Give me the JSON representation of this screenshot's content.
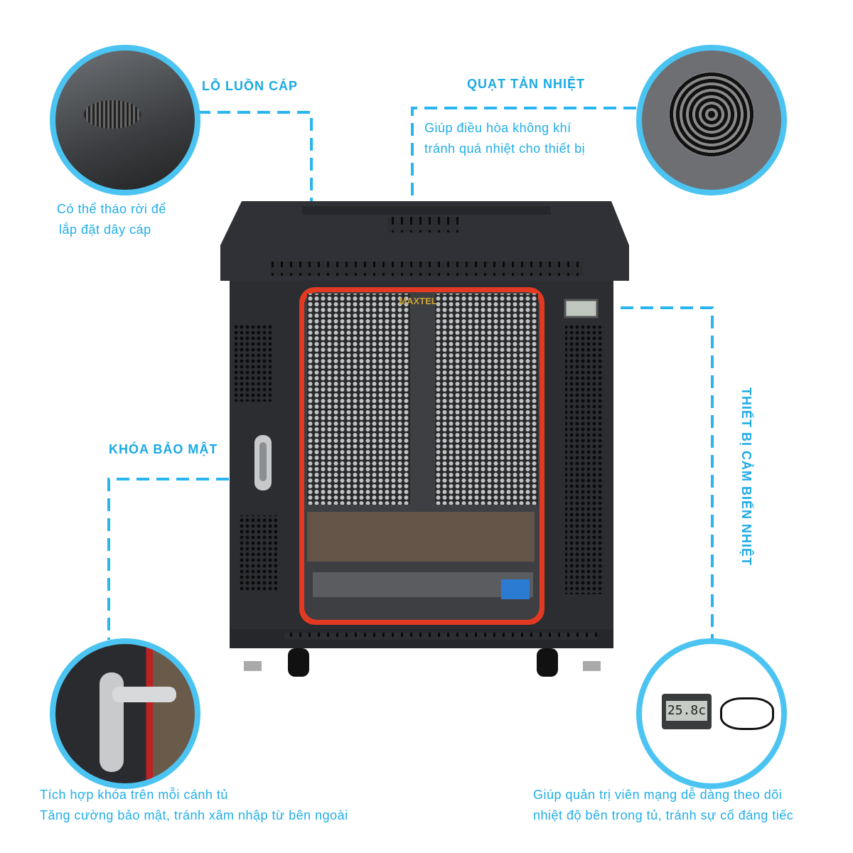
{
  "colors": {
    "accent": "#1aa9e6",
    "ring": "#4cc4f2",
    "cabinet": "#2b2d31",
    "door_trim": "#e23a22"
  },
  "brand_logo": "MAXTEL",
  "thermometer_reading": "25.8c",
  "features": [
    {
      "title": "LỖ LUỒN CÁP",
      "lines": [
        "Có thể tháo rời để",
        "lắp đặt dây cáp"
      ],
      "icon": "cable-hole-icon"
    },
    {
      "title": "QUẠT TẢN NHIỆT",
      "lines": [
        "Giúp điều hòa không khí",
        "tránh quá nhiệt cho thiết bị"
      ],
      "icon": "fan-icon"
    },
    {
      "title": "KHÓA BẢO MẬT",
      "lines": [
        "Tích hợp khóa trên mỗi cánh tủ",
        "Tăng cường bảo mật, tránh xâm nhập từ bên ngoài"
      ],
      "icon": "lock-icon"
    },
    {
      "title": "THIẾT BỊ CẢM BIẾN NHIỆT",
      "lines": [
        "Giúp quản trị viên mạng dễ dàng theo dõi",
        "nhiệt độ bên trong tủ, tránh sự cố đáng tiếc"
      ],
      "icon": "thermometer-icon"
    }
  ]
}
